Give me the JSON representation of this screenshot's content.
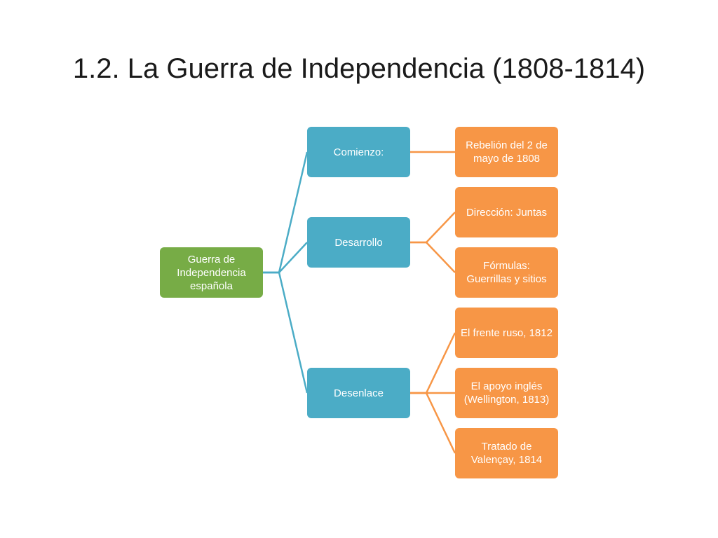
{
  "slide": {
    "title": "1.2. La Guerra de Independencia (1808-1814)"
  },
  "diagram": {
    "root": {
      "label": "Guerra de Independencia española"
    },
    "branches": [
      {
        "label": "Comienzo:",
        "children": [
          {
            "label": "Rebelión del 2 de mayo de 1808"
          }
        ]
      },
      {
        "label": "Desarrollo",
        "children": [
          {
            "label": "Dirección: Juntas"
          },
          {
            "label": "Fórmulas: Guerrillas y sitios"
          }
        ]
      },
      {
        "label": "Desenlace",
        "children": [
          {
            "label": "El frente ruso, 1812"
          },
          {
            "label": "El apoyo inglés (Wellington, 1813)"
          },
          {
            "label": "Tratado de Valençay, 1814"
          }
        ]
      }
    ]
  },
  "colors": {
    "root": "#77ac46",
    "branch": "#4bacc6",
    "leaf": "#f79646",
    "root_connector": "#4bacc6",
    "leaf_connector": "#f79646"
  }
}
